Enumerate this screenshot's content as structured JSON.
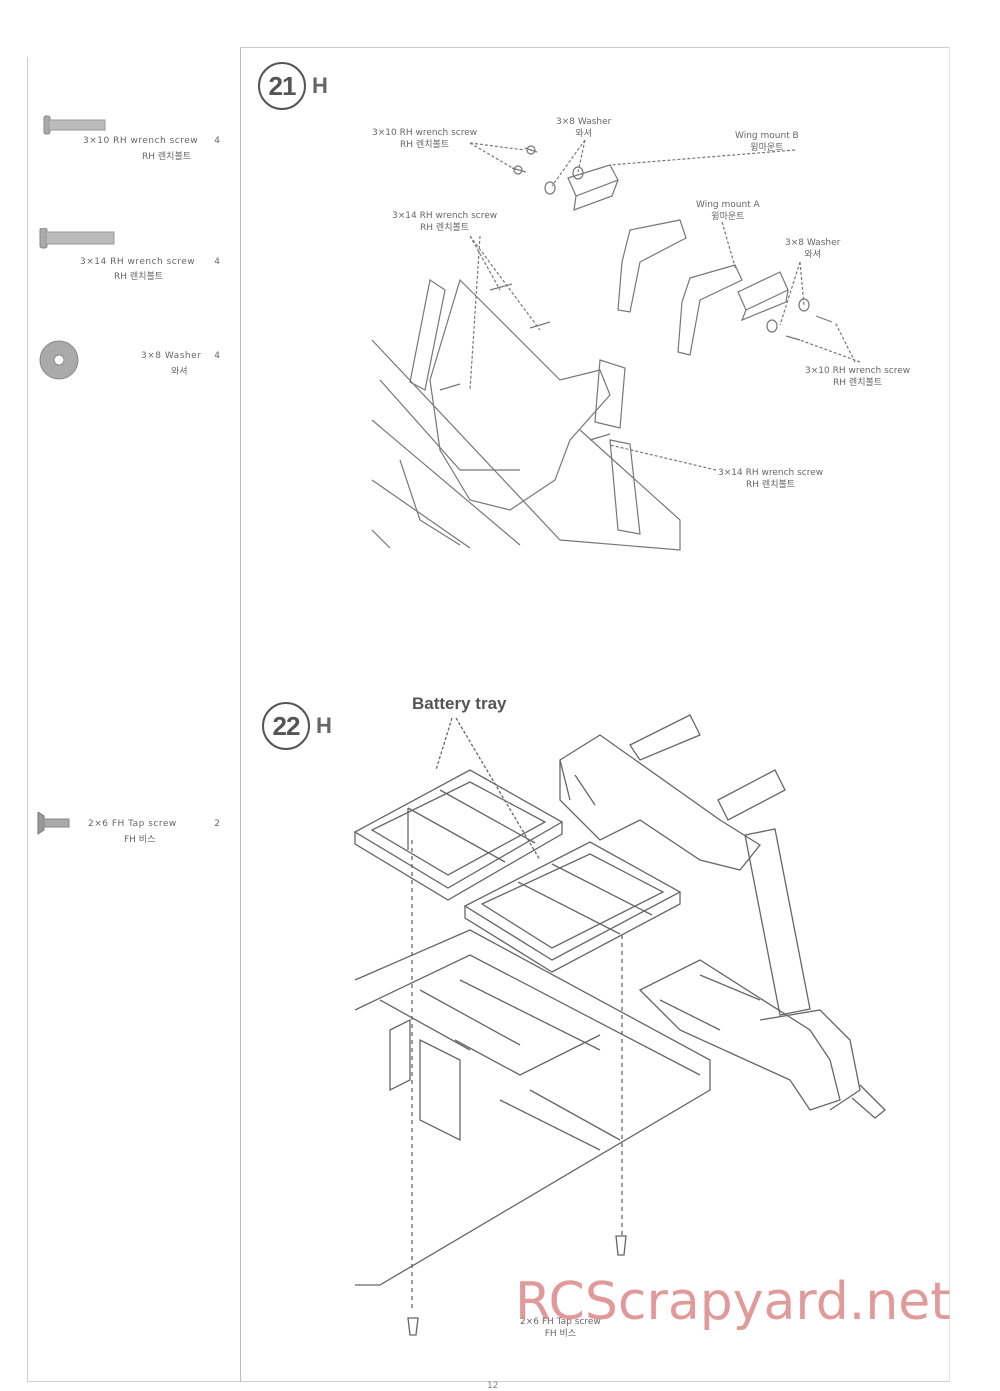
{
  "parts_list": [
    {
      "id": "wrench-3x10",
      "name": "3×10 RH wrench screw",
      "korean": "RH 렌치볼트",
      "qty": "4"
    },
    {
      "id": "wrench-3x14",
      "name": "3×14 RH wrench screw",
      "korean": "RH 렌치볼트",
      "qty": "4"
    },
    {
      "id": "washer-3x8",
      "name": "3×8 Washer",
      "korean": "와셔",
      "qty": "4"
    },
    {
      "id": "tap-2x6",
      "name": "2×6 FH Tap screw",
      "korean": "FH 비스",
      "qty": "2"
    }
  ],
  "step21": {
    "number": "21",
    "suffix": "H",
    "labels": {
      "wrench10_left": "3×10 RH wrench screw",
      "wrench10_left_k": "RH 렌치볼트",
      "washer_top": "3×8 Washer",
      "washer_top_k": "와셔",
      "wing_b": "Wing mount B",
      "wing_b_k": "윙마운트",
      "wing_a": "Wing mount A",
      "wing_a_k": "윙마운트",
      "wrench14_left": "3×14 RH wrench screw",
      "wrench14_left_k": "RH 렌치볼트",
      "washer_right": "3×8 Washer",
      "washer_right_k": "와셔",
      "wrench10_right": "3×10 RH wrench screw",
      "wrench10_right_k": "RH 렌치볼트",
      "wrench14_right": "3×14 RH wrench screw",
      "wrench14_right_k": "RH 렌치볼트"
    }
  },
  "step22": {
    "number": "22",
    "suffix": "H",
    "labels": {
      "battery_tray": "Battery tray",
      "tap": "2×6 FH Tap screw",
      "tap_k": "FH 비스"
    }
  },
  "watermark": "RCScrapyard.net",
  "page_number": "12"
}
